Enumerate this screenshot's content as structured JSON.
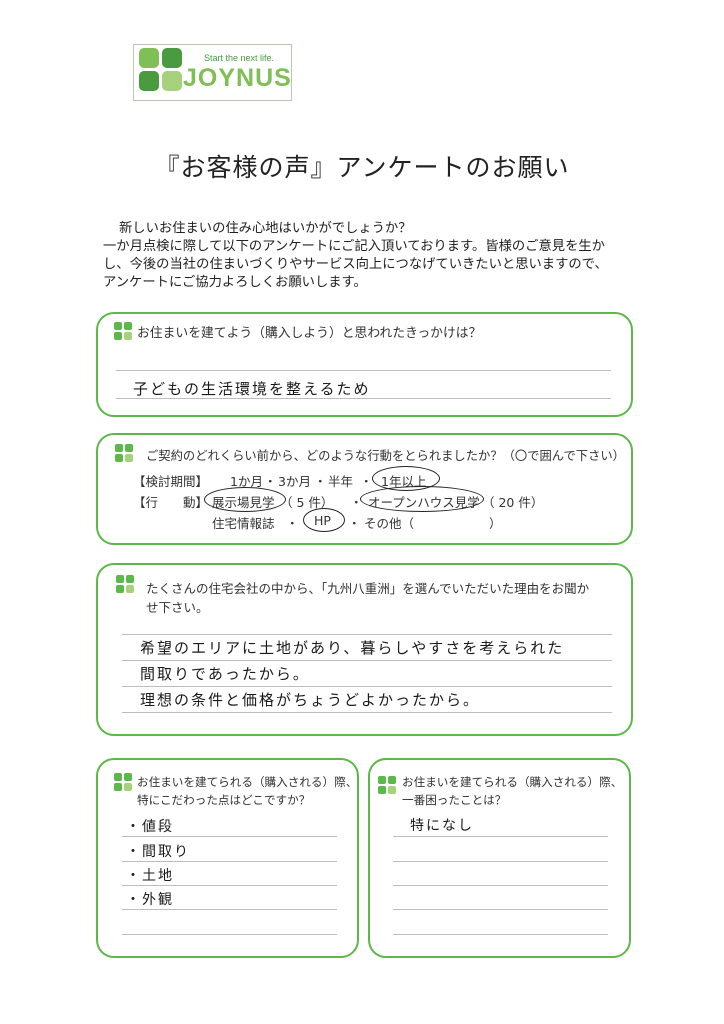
{
  "logo": {
    "tagline": "Start the next life.",
    "brand": "JOYNUS"
  },
  "title": "『お客様の声』アンケートのお願い",
  "intro": [
    "新しいお住まいの住み心地はいかがでしょうか？",
    "一か月点検に際して以下のアンケートにご記入頂いております。皆様のご意見を生か",
    "し、今後の当社の住まいづくりやサービス向上につなげていきたいと思いますので、",
    "アンケートにご協力よろしくお願いします。"
  ],
  "q1": {
    "question": "お住まいを建てよう（購入しよう）と思われたきっかけは？",
    "answer": "子どもの生活環境を整えるため"
  },
  "q2": {
    "question": "ご契約のどれくらい前から、どのような行動をとられましたか？（〇で囲んで下さい）",
    "period_label": "【検討期間】",
    "period_options": [
      "1か月",
      "3か月",
      "半年",
      "1年以上"
    ],
    "action_label": "【行　　動】",
    "action_showroom": "展示場見学",
    "action_showroom_count": "（ 5 件）",
    "action_openhouse": "オープンハウス見学",
    "action_openhouse_count": "（ 20 件）",
    "info_magazine": "住宅情報誌",
    "hp": "HP",
    "other": "その他（　　　　　　）",
    "dot": "・"
  },
  "q3": {
    "question_line1": "たくさんの住宅会社の中から、「九州八重洲」を選んでいただいた理由をお聞か",
    "question_line2": "せ下さい。",
    "answers": [
      "希望のエリアに土地があり、暮らしやすさを考えられた",
      "間取りであったから。",
      "理想の条件と価格がちょうどよかったから。"
    ]
  },
  "q4": {
    "question_line1": "お住まいを建てられる（購入される）際、",
    "question_line2": "特にこだわった点はどこですか？",
    "answers": [
      "・値段",
      "・間取り",
      "・土地",
      "・外観"
    ]
  },
  "q5": {
    "question_line1": "お住まいを建てられる（購入される）際、",
    "question_line2": "一番困ったことは？",
    "answer": "特になし"
  },
  "colors": {
    "accent": "#5cb848",
    "brand": "#7fbf55"
  }
}
